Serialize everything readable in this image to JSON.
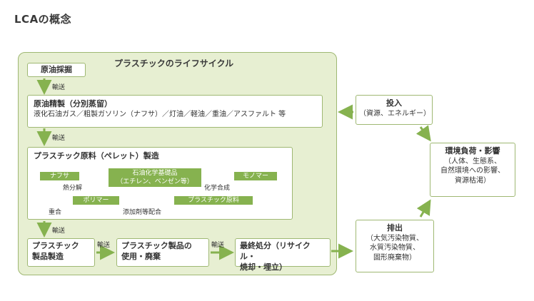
{
  "page_title": "LCAの概念",
  "lifecycle": {
    "title": "プラスチックのライフサイクル",
    "crude_extraction": "原油採掘",
    "transport_1": "輸送",
    "refining_title": "原油精製（分別蒸留）",
    "refining_products": "液化石油ガス／粗製ガソリン（ナフサ）／灯油／軽油／重油／アスファルト 等",
    "transport_2": "輸送",
    "raw_material_title": "プラスチック原料（ペレット）製造",
    "naphtha": "ナフサ",
    "thermal_cracking": "熱分解",
    "petrochem_line1": "石油化学基礎品",
    "petrochem_line2": "（エチレン、ベンゼン等）",
    "chemical_synthesis": "化学合成",
    "monomer": "モノマー",
    "polymer": "ポリマー",
    "polymerization": "重合",
    "additive_blending": "添加剤等配合",
    "plastic_raw_material": "プラスチック原料",
    "transport_3": "輸送",
    "product_manufacturing": "プラスチック\n製品製造",
    "transport_4": "輸送",
    "product_use": "プラスチック製品の\n使用・廃棄",
    "transport_5": "輸送",
    "final_disposal": "最終処分（リサイクル・\n焼却・埋立）"
  },
  "input": {
    "title": "投入",
    "detail": "（資源、エネルギー）"
  },
  "output": {
    "title": "排出",
    "detail": "（大気汚染物質、\n水質汚染物質、\n固形廃棄物）"
  },
  "impact": {
    "title": "環境負荷・影響",
    "detail": "（人体、生態系、\n自然環境への影響、\n資源枯渇）"
  },
  "colors": {
    "panel_bg": "#e7efd2",
    "border": "#9fb873",
    "bar": "#86b24f",
    "arrow": "#86b24f"
  }
}
